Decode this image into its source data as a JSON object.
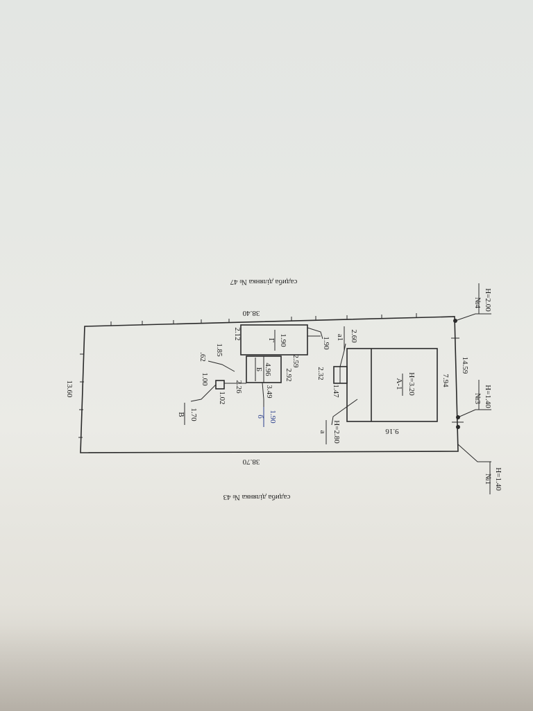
{
  "labels": {
    "top_neighbor": "садиба ділянка № 47",
    "bottom_neighbor": "садиба ділянка № 43",
    "dim_top": "38.40",
    "dim_bottom": "38.70",
    "dim_left": "13.60",
    "dim_right": "14.59",
    "point_1_num": "№1",
    "point_1_h": "H=1.40",
    "point_3_num": "№3",
    "point_3_h": "H=1.40",
    "point_4_num": "№4",
    "point_4_h": "H=2.00",
    "house_name": "А-1",
    "house_h": "H=3.20",
    "house_len": "9.16",
    "house_wid": "7.94",
    "veranda_num": "a",
    "veranda_h": "H=2.80",
    "porch_name": "a1",
    "porch_h": "2.60",
    "porch_a": "2.32",
    "porch_b": "1.47",
    "garage_name": "Г",
    "garage_h": "1.90",
    "garage_a": "2.12",
    "garage_b": "2.59",
    "garage_c": "1.90",
    "shed_name": "Б",
    "shed_a": "4.96",
    "shed_b": "2.92",
    "shed_c": "3.49",
    "shed_d": "1.85",
    "cellar_name": "б",
    "cellar_h": "1.90",
    "toilet_name": "В",
    "toilet_h": "1.70",
    "toilet_a": "1.00",
    "toilet_b": "1.02",
    "toilet_c": ".62",
    "toilet_d": "2.26"
  },
  "colors": {
    "ink": "#2a2a2a",
    "blue_ink": "#2a3e8c"
  }
}
